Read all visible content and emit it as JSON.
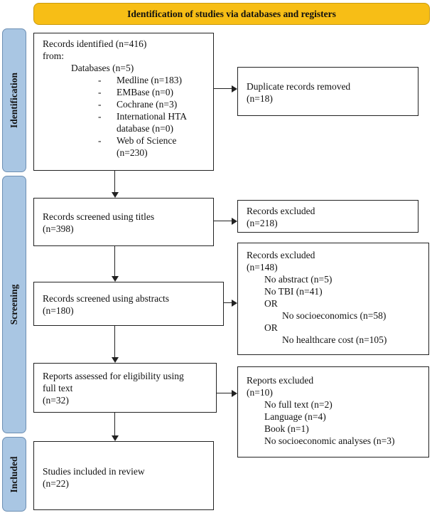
{
  "header": "Identification of studies via databases and registers",
  "phases": {
    "identification": "Identification",
    "screening": "Screening",
    "included": "Included"
  },
  "records_identified": {
    "line1": "Records identified (n=416)",
    "line2": "from:",
    "line3": "Databases (n=5)",
    "databases": [
      {
        "dash": "-",
        "lines": [
          "Medline (n=183)"
        ]
      },
      {
        "dash": "-",
        "lines": [
          "EMBase (n=0)"
        ]
      },
      {
        "dash": "-",
        "lines": [
          "Cochrane (n=3)"
        ]
      },
      {
        "dash": "-",
        "lines": [
          "International HTA",
          "database (n=0)"
        ]
      },
      {
        "dash": "-",
        "lines": [
          "Web of Science",
          "(n=230)"
        ]
      }
    ]
  },
  "duplicates": {
    "line1": "Duplicate records removed",
    "line2": "(n=18)"
  },
  "screened_titles": {
    "line1": "Records screened using titles",
    "line2": "(n=398)"
  },
  "excluded_titles": {
    "line1": "Records excluded",
    "line2": "(n=218)"
  },
  "screened_abstracts": {
    "line1": "Records screened using abstracts",
    "line2": "(n=180)"
  },
  "excluded_abstracts": {
    "line1": "Records excluded",
    "line2": "(n=148)",
    "l3": "No abstract (n=5)",
    "l4": "No TBI (n=41)",
    "l5": "OR",
    "l6": "No socioeconomics (n=58)",
    "l7": "OR",
    "l8": "No healthcare cost (n=105)"
  },
  "eligibility": {
    "line1": "Reports assessed for eligibility using",
    "line2": "full text",
    "line3": "(n=32)"
  },
  "reports_excluded": {
    "line1": "Reports excluded",
    "line2": "(n=10)",
    "l3": "No full text (n=2)",
    "l4": "Language (n=4)",
    "l5": "Book (n=1)",
    "l6": "No socioeconomic analyses (n=3)"
  },
  "included_box": {
    "line1": "Studies included in review",
    "line2": "(n=22)"
  }
}
